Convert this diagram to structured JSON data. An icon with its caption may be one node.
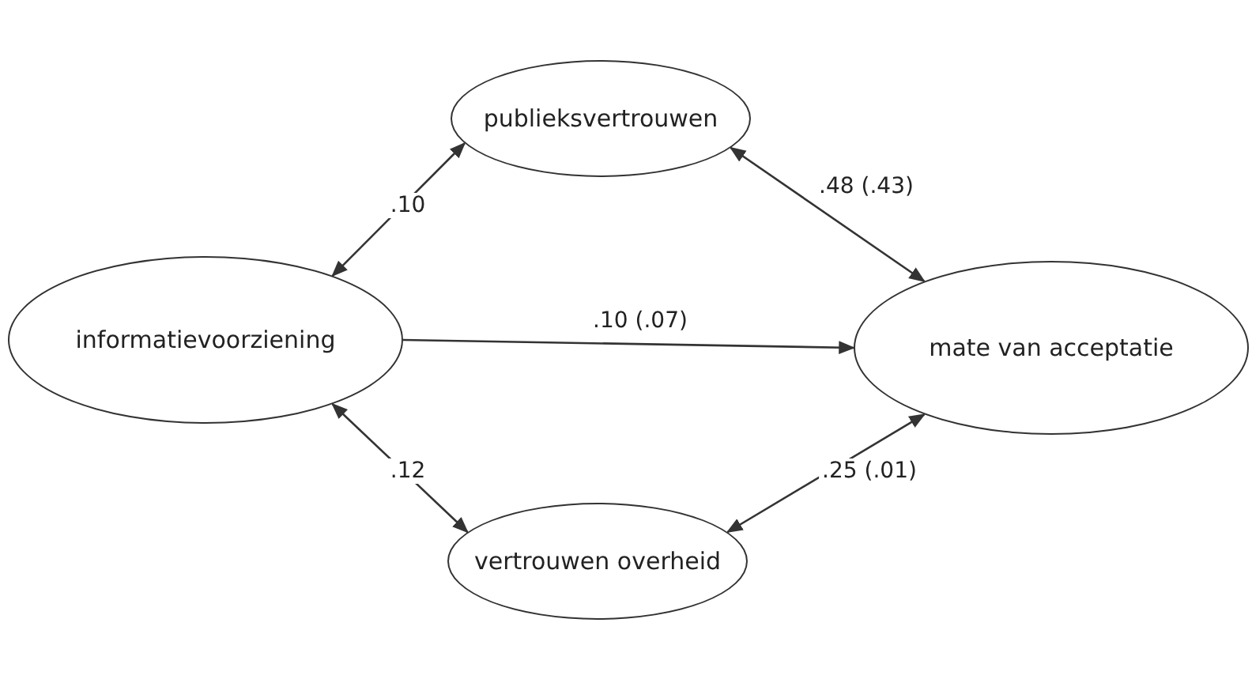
{
  "diagram": {
    "nodes": [
      {
        "text": [
          "publieksvertrouwen"
        ]
      },
      {
        "text": [
          "informatievoorziening"
        ]
      },
      {
        "text": [
          "mate van acceptatie"
        ]
      },
      {
        "text": [
          "vertrouwen overheid"
        ]
      }
    ],
    "edges": [
      {
        "from": 1,
        "to": 0,
        "arrow": "both",
        "label": ".10"
      },
      {
        "from": 0,
        "to": 2,
        "arrow": "both",
        "label": ".48 (.43)"
      },
      {
        "from": 1,
        "to": 2,
        "arrow": "to",
        "label": ".10 (.07)"
      },
      {
        "from": 1,
        "to": 3,
        "arrow": "both",
        "label": ".12"
      },
      {
        "from": 3,
        "to": 2,
        "arrow": "both",
        "label": ".25 (.01)"
      }
    ]
  }
}
